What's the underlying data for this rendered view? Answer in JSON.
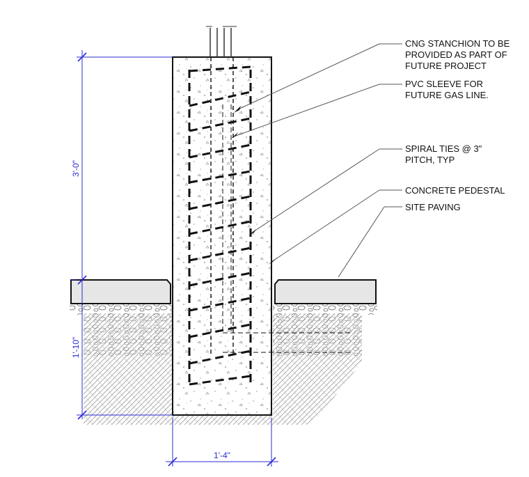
{
  "callouts": {
    "stanchion": [
      "CNG STANCHION TO BE",
      "PROVIDED AS PART OF",
      "FUTURE PROJECT"
    ],
    "sleeve": [
      "PVC SLEEVE FOR",
      "FUTURE GAS LINE."
    ],
    "spiral": [
      "SPIRAL TIES @ 3\"",
      "PITCH, TYP"
    ],
    "pedestal": "CONCRETE PEDESTAL",
    "paving": "SITE PAVING"
  },
  "dimensions": {
    "above_grade": "3'-0\"",
    "below_grade": "1'-10\"",
    "width": "1'-4\""
  },
  "colors": {
    "line": "#111111",
    "dimension": "#2b2bd6",
    "paving_fill": "#e6e6e6",
    "leader": "#555555"
  }
}
